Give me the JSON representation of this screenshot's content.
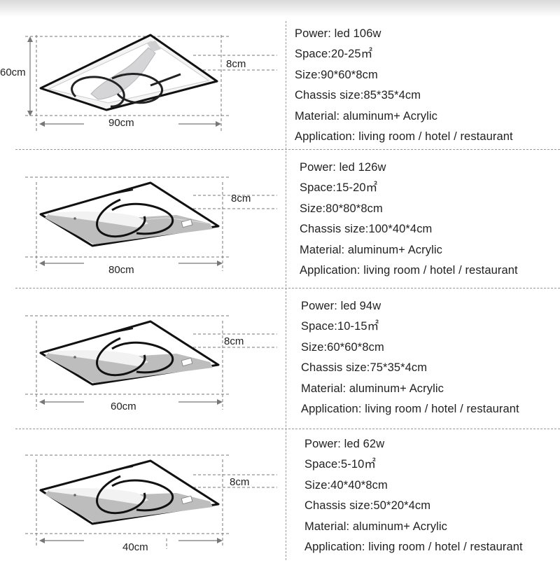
{
  "products": [
    {
      "height_label": "60cm",
      "depth_label": "8cm",
      "width_label": "90cm",
      "specs": [
        "Power: led 106w",
        "Space:20-25㎡",
        "Size:90*60*8cm",
        "Chassis size:85*35*4cm",
        "Material: aluminum+ Acrylic",
        "Application: living room / hotel / restaurant"
      ]
    },
    {
      "depth_label": "8cm",
      "width_label": "80cm",
      "specs": [
        "Power: led 126w",
        "Space:15-20㎡",
        "Size:80*80*8cm",
        "Chassis size:100*40*4cm",
        "Material: aluminum+ Acrylic",
        "Application: living room / hotel / restaurant"
      ]
    },
    {
      "depth_label": "8cm",
      "width_label": "60cm",
      "specs": [
        "Power: led 94w",
        "Space:10-15㎡",
        "Size:60*60*8cm",
        "Chassis size:75*35*4cm",
        "Material: aluminum+ Acrylic",
        "Application: living room / hotel / restaurant"
      ]
    },
    {
      "depth_label": "8cm",
      "width_label": "40cm",
      "specs": [
        "Power: led 62w",
        "Space:5-10㎡",
        "Size:40*40*8cm",
        "Chassis size:50*20*4cm",
        "Material: aluminum+ Acrylic",
        "Application: living room / hotel / restaurant"
      ]
    }
  ]
}
